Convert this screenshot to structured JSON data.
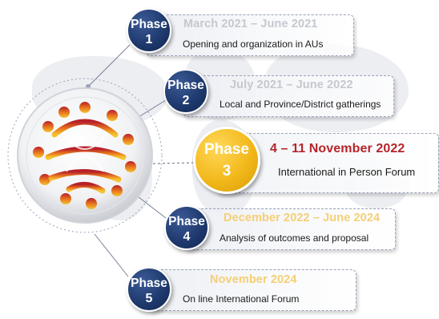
{
  "phases": [
    {
      "word": "Phase",
      "num": "1",
      "date": "March 2021 – June 2021",
      "desc": "Opening and organization in AUs"
    },
    {
      "word": "Phase",
      "num": "2",
      "date": "July 2021 – June 2022",
      "desc": "Local and Province/District gatherings"
    },
    {
      "word": "Phase",
      "num": "3",
      "date": "4 – 11 November  2022",
      "desc": "International in Person Forum"
    },
    {
      "word": "Phase",
      "num": "4",
      "date": "December 2022 – June 2024",
      "desc": "Analysis of outcomes and proposal"
    },
    {
      "word": "Phase",
      "num": "5",
      "date": "November 2024",
      "desc": "On line International Forum"
    }
  ],
  "colors": {
    "badge_navy": "#1f3a6f",
    "badge_gold": "#f2b91b",
    "date_grey": "#c5c8cf",
    "date_gold": "#f4cf74",
    "date_active": "#b3262b",
    "logo_red": "#b8202a",
    "logo_orange": "#ea7a1e",
    "logo_yellow": "#f4c430"
  },
  "logo": {
    "name": "world-forum-people-logo"
  }
}
